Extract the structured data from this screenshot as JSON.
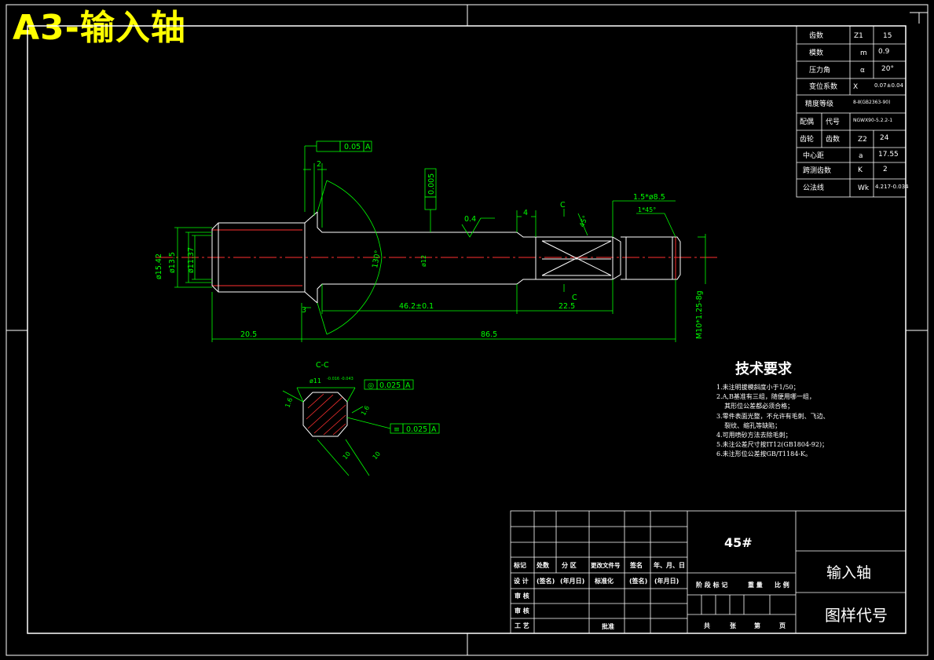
{
  "drawing_title": "A3-输入轴",
  "gear_table": [
    {
      "label": "齿数",
      "sym": "Z1",
      "val": "15"
    },
    {
      "label": "模数",
      "sym": "m",
      "val": "0.9"
    },
    {
      "label": "压力角",
      "sym": "α",
      "val": "20°"
    },
    {
      "label": "变位系数",
      "sym": "X",
      "val": "0.07±0.04"
    },
    {
      "label": "精度等级",
      "sym": "",
      "val": "8-Ⅱ(GB2363-90)"
    },
    {
      "label": "配偶",
      "sym": "代号",
      "val": "NGWX90-5.2.2-1"
    },
    {
      "label": "齿轮",
      "sym": "齿数",
      "val": "Z2",
      "val2": "24"
    },
    {
      "label": "中心距",
      "sym": "a",
      "val": "17.55"
    },
    {
      "label": "跨测齿数",
      "sym": "K",
      "val": "2"
    },
    {
      "label": "公法线",
      "sym": "Wk",
      "val": "4.217-0.034"
    }
  ],
  "dims": {
    "runout": "0.05",
    "runout_ref": "A",
    "d2": "2",
    "flat": "0.005",
    "rough": "0.4",
    "d4": "4",
    "section_c": "C",
    "chamfer1": "1.5*ø8.5",
    "chamfer2": "1*45°",
    "angle45": "45°",
    "d15": "ø15.42",
    "d13": "ø13.5",
    "d11": "ø11.37",
    "d12": "ø12",
    "angle130": "130°",
    "len46": "46.2±0.1",
    "len22": "22.5",
    "len3": "3",
    "len20": "20.5",
    "len86": "86.5",
    "thread": "M10*1.25-8g"
  },
  "section": {
    "title": "C-C",
    "dia": "ø11",
    "dia_tol": "-0.016 -0.043",
    "conc": "0.025",
    "conc_ref": "A",
    "sym": "0.025",
    "sym_ref": "A",
    "w16": "1.6",
    "w10a": "10",
    "w10b": "10",
    "r16": "1.6"
  },
  "tech": {
    "heading": "技术要求",
    "lines": [
      "1.未注明拔模斜度小于1/50；",
      "2.A,B基准有三组，随便用哪一组，",
      "    其形位公差都必须合格；",
      "3.零件表面光整，不允许有毛刺、飞边、",
      "    裂纹、缩孔等缺陷；",
      "4.可用喷砂方法去除毛刺；",
      "5.未注公差尺寸按IT12(GB1804-92)；",
      "6.未注形位公差按GB/T1184-K。"
    ]
  },
  "title_block": {
    "material": "45#",
    "part_name": "输入轴",
    "drawing_code": "图样代号",
    "row_headers": [
      "标记",
      "处数",
      "分 区",
      "更改文件号",
      "签名",
      "年、月、日"
    ],
    "design_row": [
      "设 计",
      "(签名)",
      "(年月日)",
      "标准化",
      "(签名)",
      "(年月日)"
    ],
    "left_labels": [
      "审 核",
      "审 核",
      "工 艺"
    ],
    "approve": "批准",
    "stage_labels": [
      "阶 段 标 记",
      "重 量",
      "比 例"
    ],
    "sheet": [
      "共",
      "张",
      "第",
      "页"
    ]
  }
}
